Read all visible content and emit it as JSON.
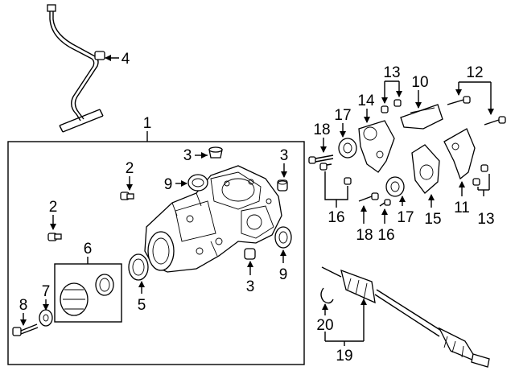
{
  "callouts": {
    "c1": "1",
    "c2a": "2",
    "c2b": "2",
    "c3a": "3",
    "c3b": "3",
    "c3c": "3",
    "c4": "4",
    "c5": "5",
    "c6": "6",
    "c7": "7",
    "c8": "8",
    "c9a": "9",
    "c9b": "9",
    "c10": "10",
    "c11": "11",
    "c12": "12",
    "c13a": "13",
    "c13b": "13",
    "c14": "14",
    "c15": "15",
    "c16a": "16",
    "c16b": "16",
    "c17a": "17",
    "c17b": "17",
    "c18a": "18",
    "c18b": "18",
    "c19": "19",
    "c20": "20"
  },
  "parts": {
    "p1": "differential-housing",
    "p2": "vent-fitting",
    "p3": "plug",
    "p4": "vent-tube",
    "p5": "seal",
    "p6": "joint-kit",
    "p7": "washer",
    "p8": "bolt",
    "p9": "axle-seal",
    "p10": "mount-bracket",
    "p11": "bracket",
    "p12": "bolt",
    "p13": "bolt",
    "p14": "bracket",
    "p15": "bracket",
    "p16": "bolt",
    "p17": "bushing",
    "p18": "bolt",
    "p19": "axle-shaft",
    "p20": "snap-ring"
  }
}
